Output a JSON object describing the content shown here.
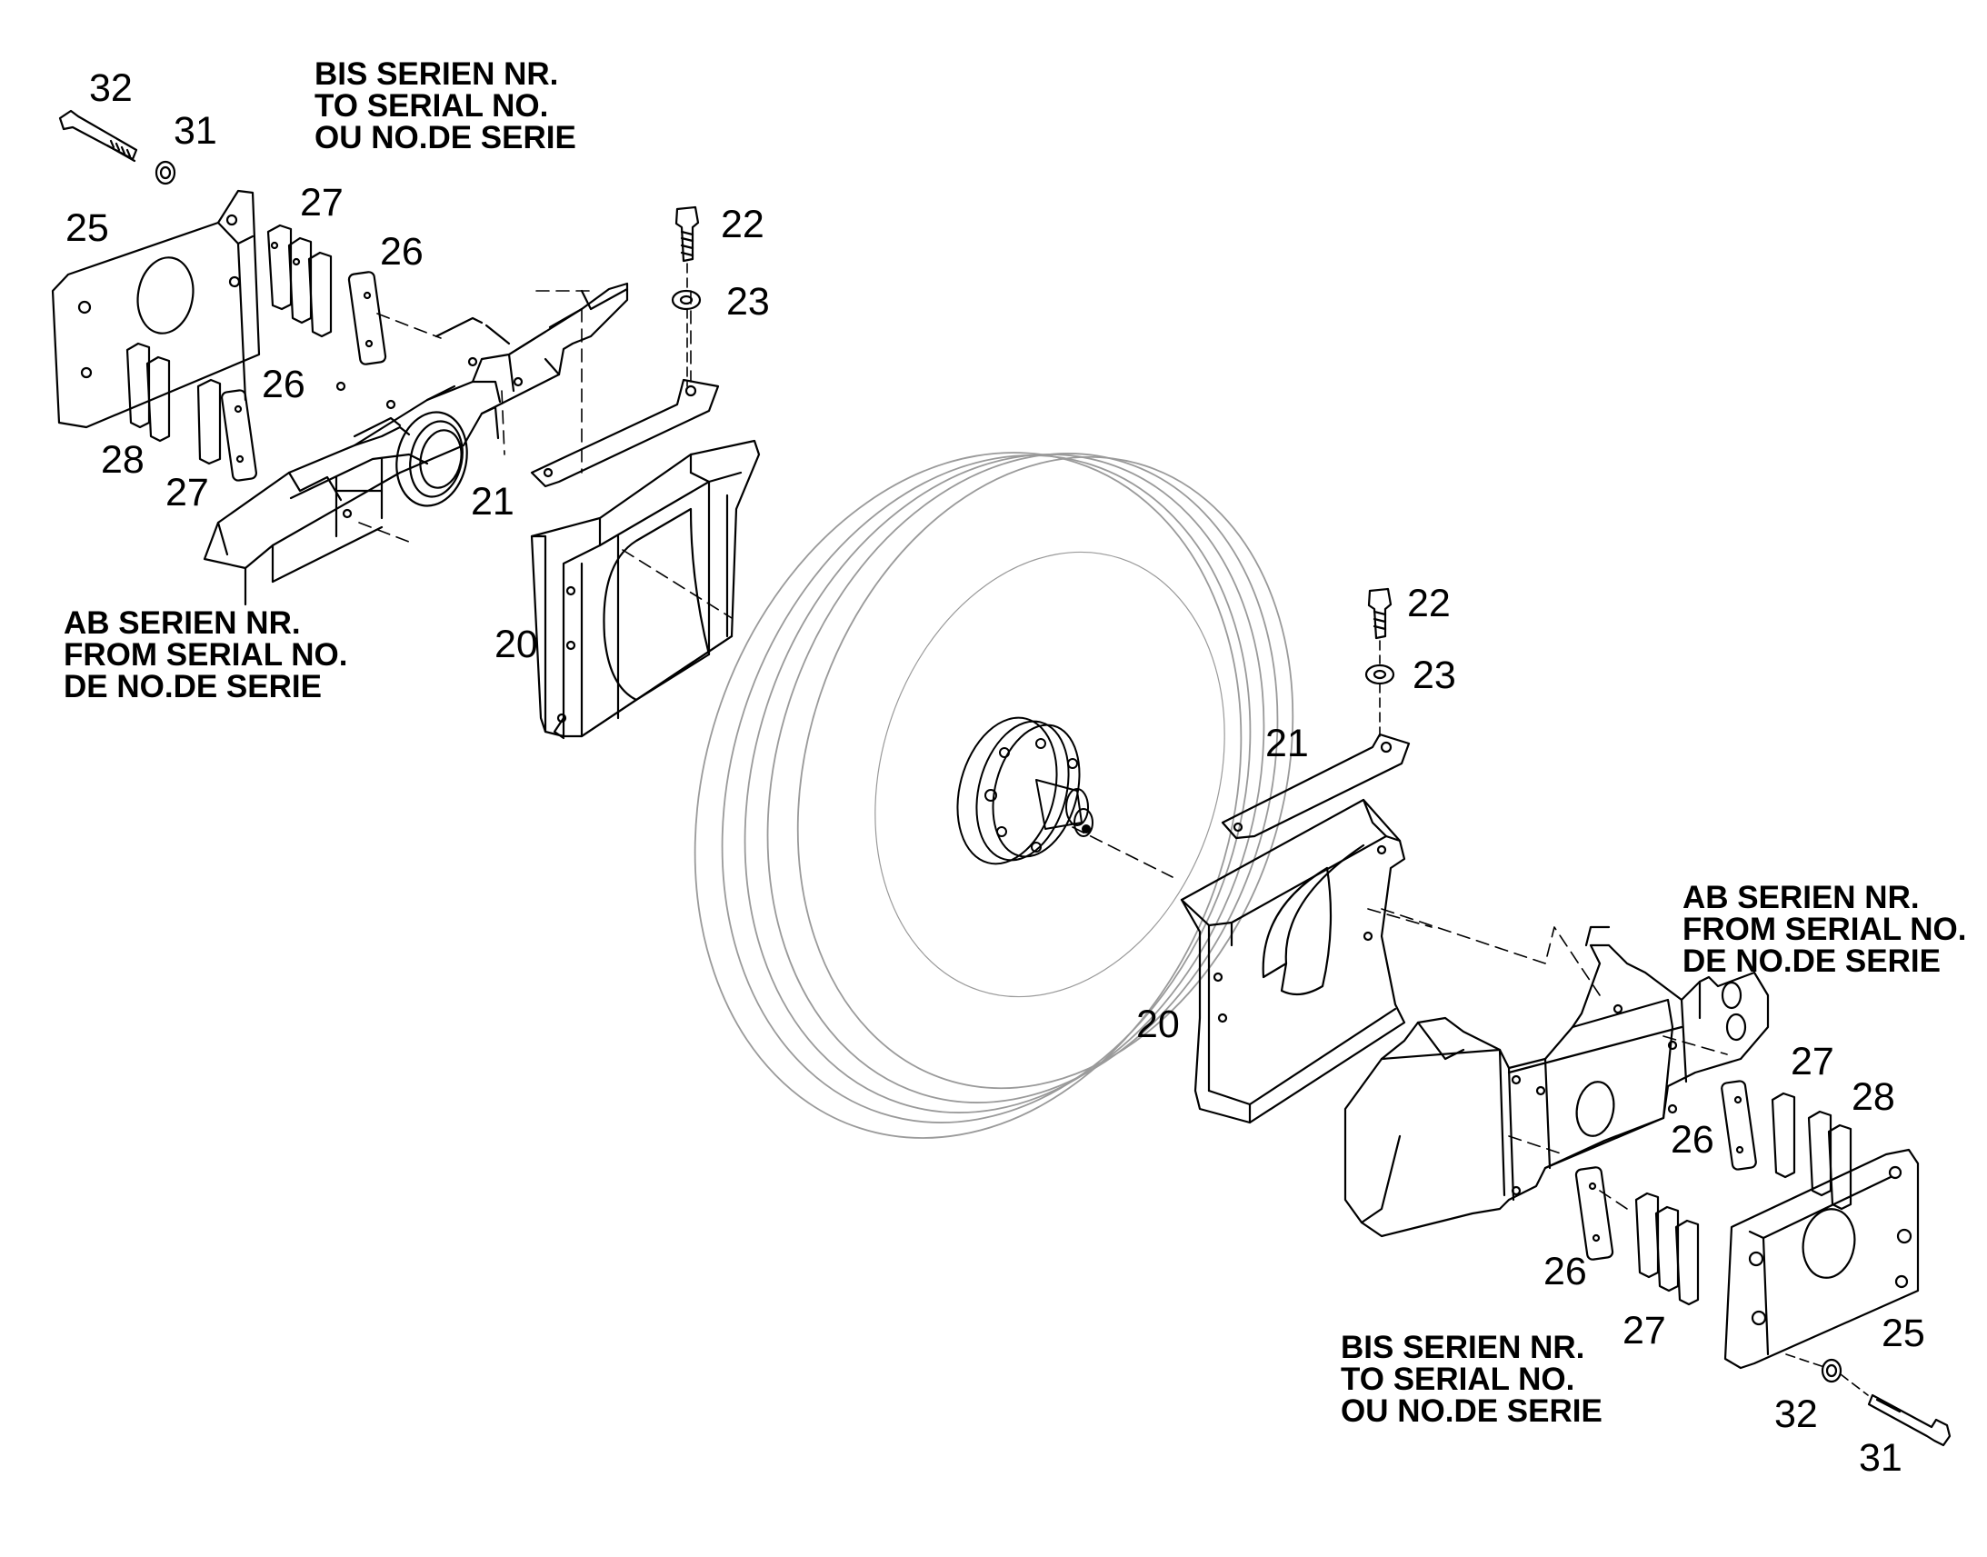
{
  "notes": {
    "bis_top": [
      "BIS SERIEN NR.",
      "TO SERIAL NO.",
      "OU NO.DE SERIE"
    ],
    "ab_left": [
      "AB SERIEN NR.",
      "FROM SERIAL NO.",
      "DE NO.DE SERIE"
    ],
    "ab_right": [
      "AB SERIEN NR.",
      "FROM SERIAL NO.",
      "DE NO.DE SERIE"
    ],
    "bis_bottom": [
      "BIS SERIEN NR.",
      "TO SERIAL NO.",
      "OU NO.DE SERIE"
    ]
  },
  "callouts": {
    "c32_top": "32",
    "c31_top": "31",
    "c25_left": "25",
    "c27_top_left": "27",
    "c26_top_left": "26",
    "c26_mid_left": "26",
    "c28_left": "28",
    "c27_low_left": "27",
    "c22_top": "22",
    "c23_top": "23",
    "c21_top": "21",
    "c20_left": "20",
    "c22_right": "22",
    "c23_right": "23",
    "c21_right": "21",
    "c20_right": "20",
    "c27_right": "27",
    "c28_right": "28",
    "c26_right_upper": "26",
    "c26_right_lower": "26",
    "c27_right_lower": "27",
    "c25_right": "25",
    "c32_bottom": "32",
    "c31_bottom": "31"
  },
  "colors": {
    "line": "#000000",
    "wheel_line": "#9a9a9a"
  }
}
